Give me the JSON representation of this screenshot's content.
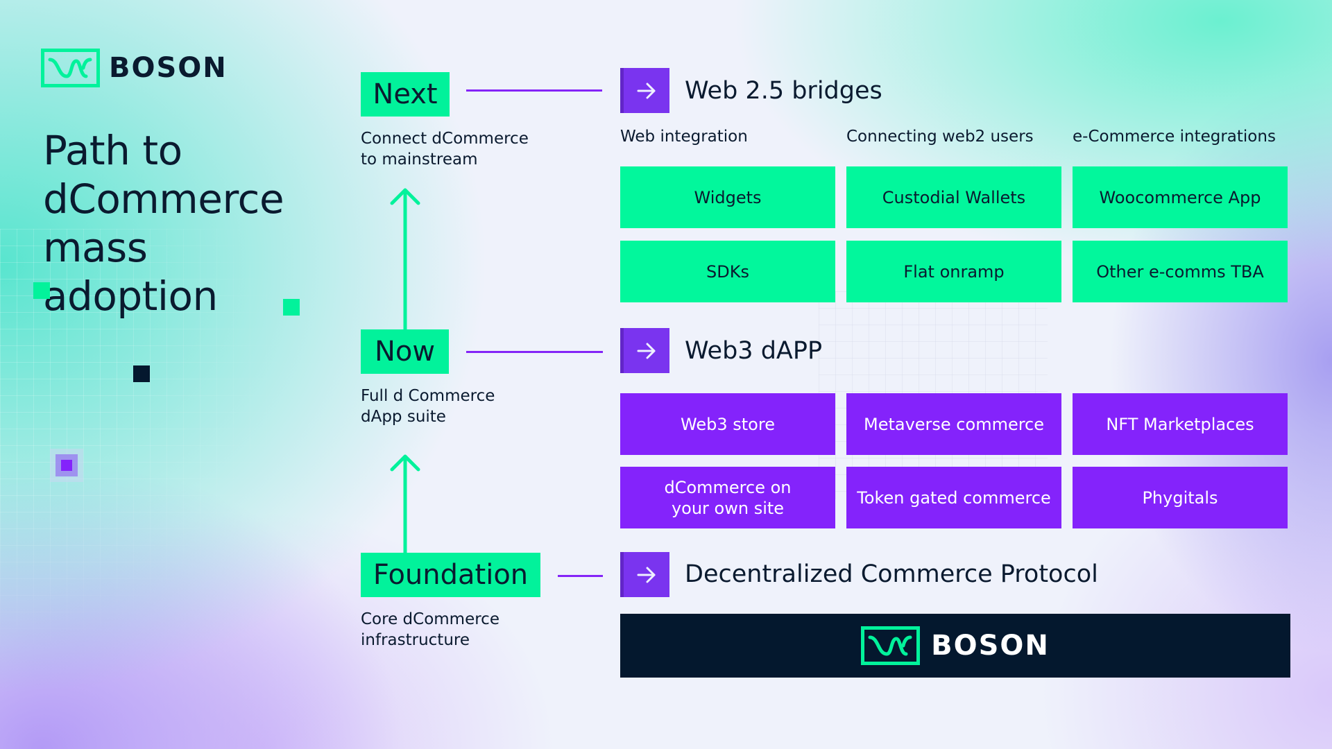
{
  "brand": {
    "name": "BOSON",
    "colors": {
      "green": "#02f79c",
      "purple": "#8423fb",
      "navy": "#04182e",
      "text": "#0a1a2f"
    }
  },
  "title": "Path to dCommerce mass adoption",
  "stages": [
    {
      "label": "Next",
      "description_lines": [
        "Connect dCommerce",
        "to mainstream"
      ]
    },
    {
      "label": "Now",
      "description_lines": [
        "Full d Commerce",
        "dApp suite"
      ]
    },
    {
      "label": "Foundation",
      "description_lines": [
        "Core dCommerce",
        "infrastructure"
      ]
    }
  ],
  "sections": [
    {
      "icon": "arrow-right-icon",
      "title": "Web 2.5 bridges",
      "columns": [
        "Web integration",
        "Connecting web2 users",
        "e-Commerce integrations"
      ],
      "tiles": [
        [
          "Widgets",
          "Custodial Wallets",
          "Woocommerce App"
        ],
        [
          "SDKs",
          "Flat onramp",
          "Other e-comms TBA"
        ]
      ]
    },
    {
      "icon": "arrow-right-icon",
      "title": "Web3 dAPP",
      "tiles": [
        [
          "Web3 store",
          "Metaverse commerce",
          "NFT Marketplaces"
        ],
        [
          "dCommerce on your own site",
          "Token gated commerce",
          "Phygitals"
        ]
      ]
    },
    {
      "icon": "arrow-right-icon",
      "title": "Decentralized Commerce Protocol",
      "banner": {
        "logo": "boson-logo",
        "text": "BOSON"
      }
    }
  ]
}
